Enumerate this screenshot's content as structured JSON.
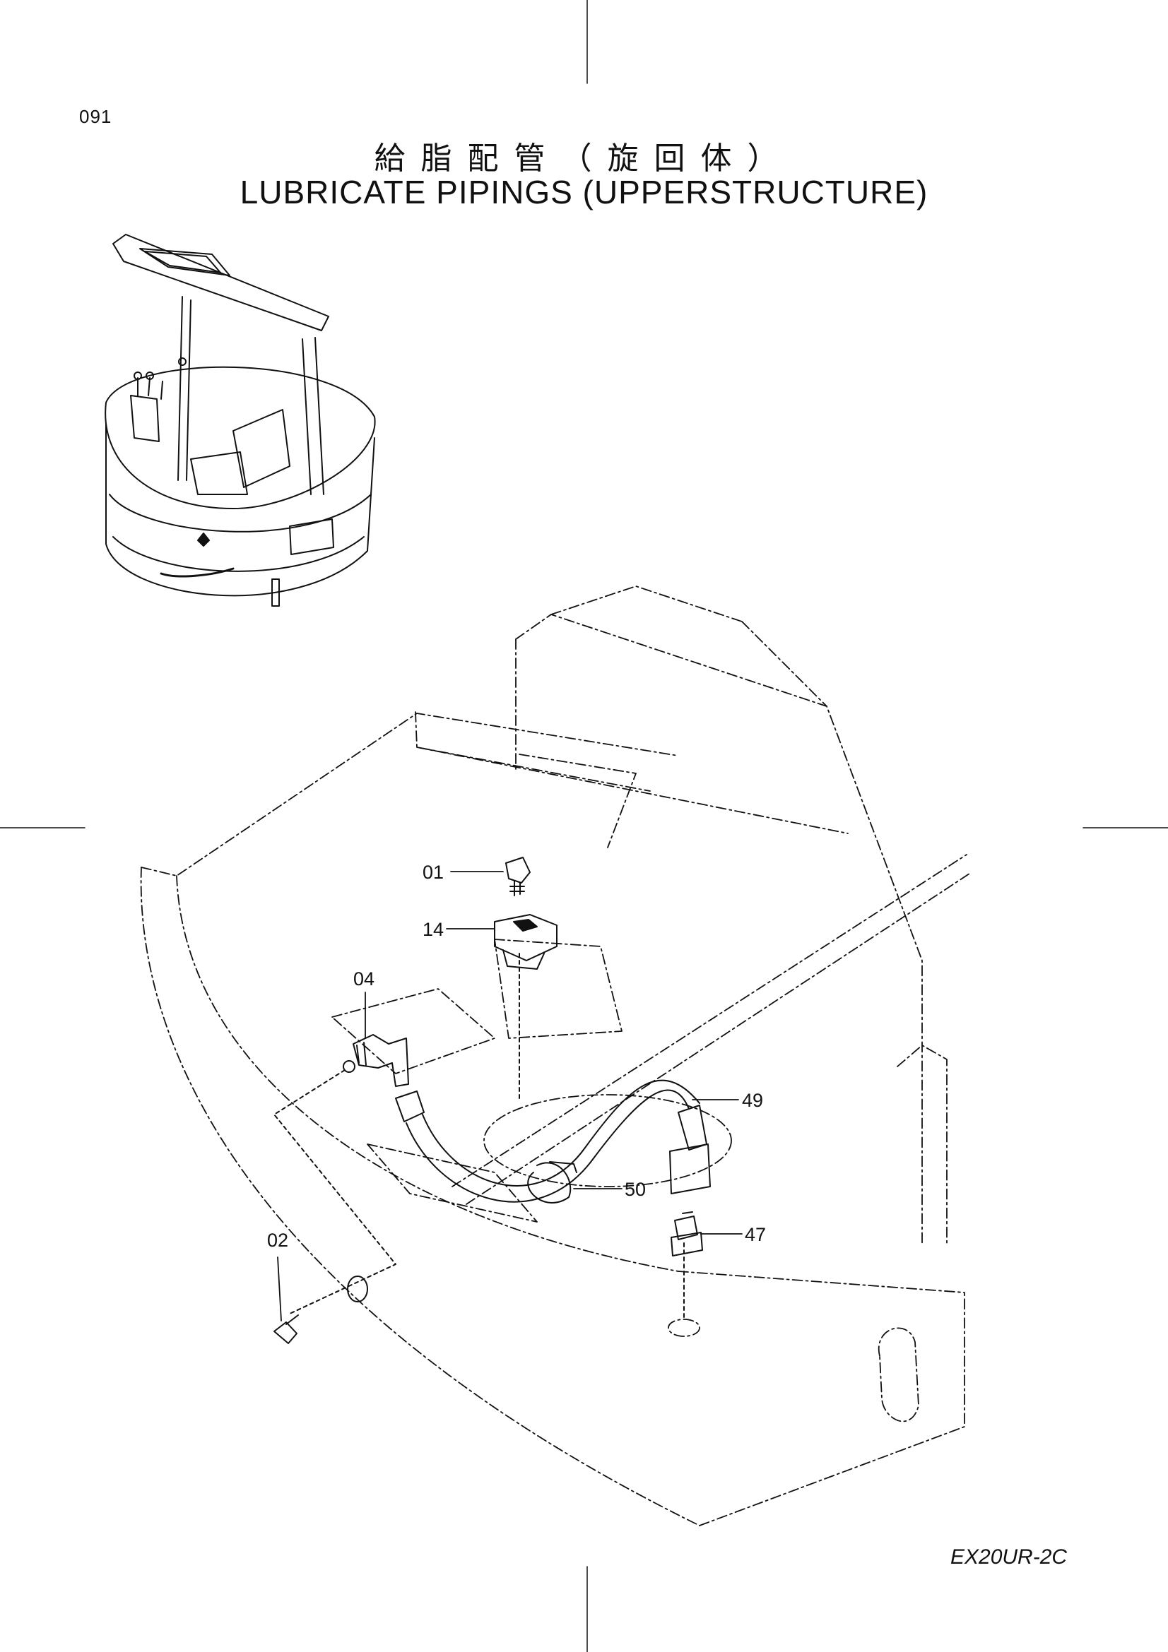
{
  "page": {
    "number": "091",
    "title_jp": "給脂配管（旋回体）",
    "title_en": "LUBRICATE PIPINGS (UPPERSTRUCTURE)",
    "model_code": "EX20UR-2C"
  },
  "callouts": [
    {
      "label": "01"
    },
    {
      "label": "14"
    },
    {
      "label": "04"
    },
    {
      "label": "49"
    },
    {
      "label": "50"
    },
    {
      "label": "47"
    },
    {
      "label": "02"
    }
  ]
}
